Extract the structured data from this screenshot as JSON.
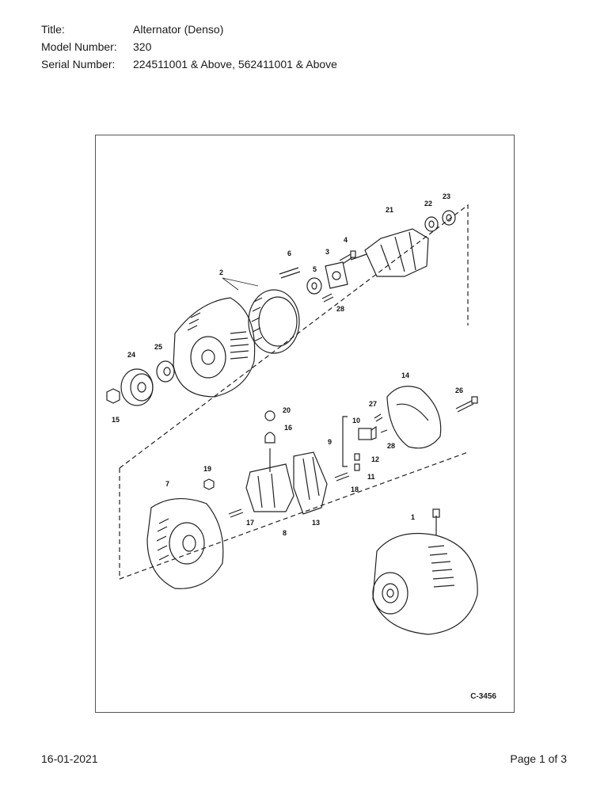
{
  "header": {
    "title_label": "Title:",
    "title_value": "Alternator (Denso)",
    "model_label": "Model Number:",
    "model_value": "320",
    "serial_label": "Serial Number:",
    "serial_value": "224511001 & Above, 562411001 & Above"
  },
  "figure": {
    "code": "C-3456",
    "callouts": [
      "1",
      "2",
      "3",
      "4",
      "5",
      "6",
      "7",
      "8",
      "9",
      "10",
      "11",
      "12",
      "13",
      "14",
      "15",
      "16",
      "17",
      "18",
      "19",
      "20",
      "21",
      "22",
      "23",
      "24",
      "25",
      "26",
      "27",
      "28",
      "28"
    ]
  },
  "footer": {
    "date": "16-01-2021",
    "page": "Page 1 of 3"
  }
}
